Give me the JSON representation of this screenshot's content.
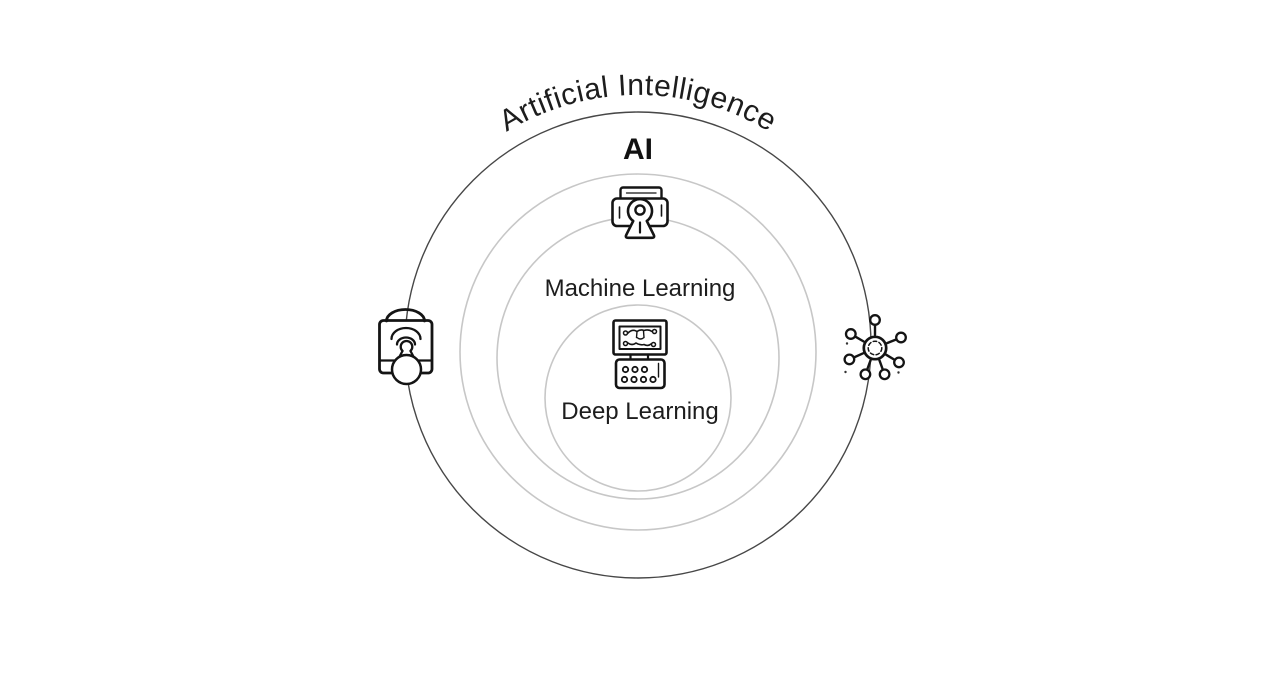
{
  "diagram": {
    "curved_title": "Artificial Intelligence",
    "labels": {
      "outer": "AI",
      "middle": "Machine Learning",
      "inner": "Deep Learning"
    },
    "colors": {
      "background": "#ffffff",
      "outer_circle": "#474747",
      "light_circle": "#c7c7c7",
      "text": "#1d1d1d",
      "icon_stroke": "#141414"
    },
    "icons": [
      "camera-vision-icon",
      "computer-neural-network-icon",
      "screen-broadcast-person-icon",
      "network-hub-icon"
    ]
  }
}
